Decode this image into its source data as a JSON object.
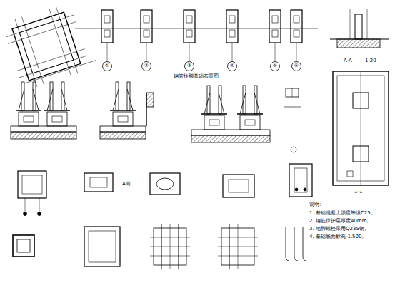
{
  "diagram": {
    "labels": [
      "钢管柱脚基础布置图",
      "①",
      "②",
      "③",
      "④",
      "⑤",
      "⑥",
      "A-A",
      "1:20",
      "1-1",
      "A向",
      "说明:",
      "1. 基础混凝土强度等级C25。",
      "2. 钢筋保护层厚度40mm。",
      "3. 地脚螺栓采用Q235钢。",
      "4. 基础底面标高-1.500。"
    ]
  }
}
